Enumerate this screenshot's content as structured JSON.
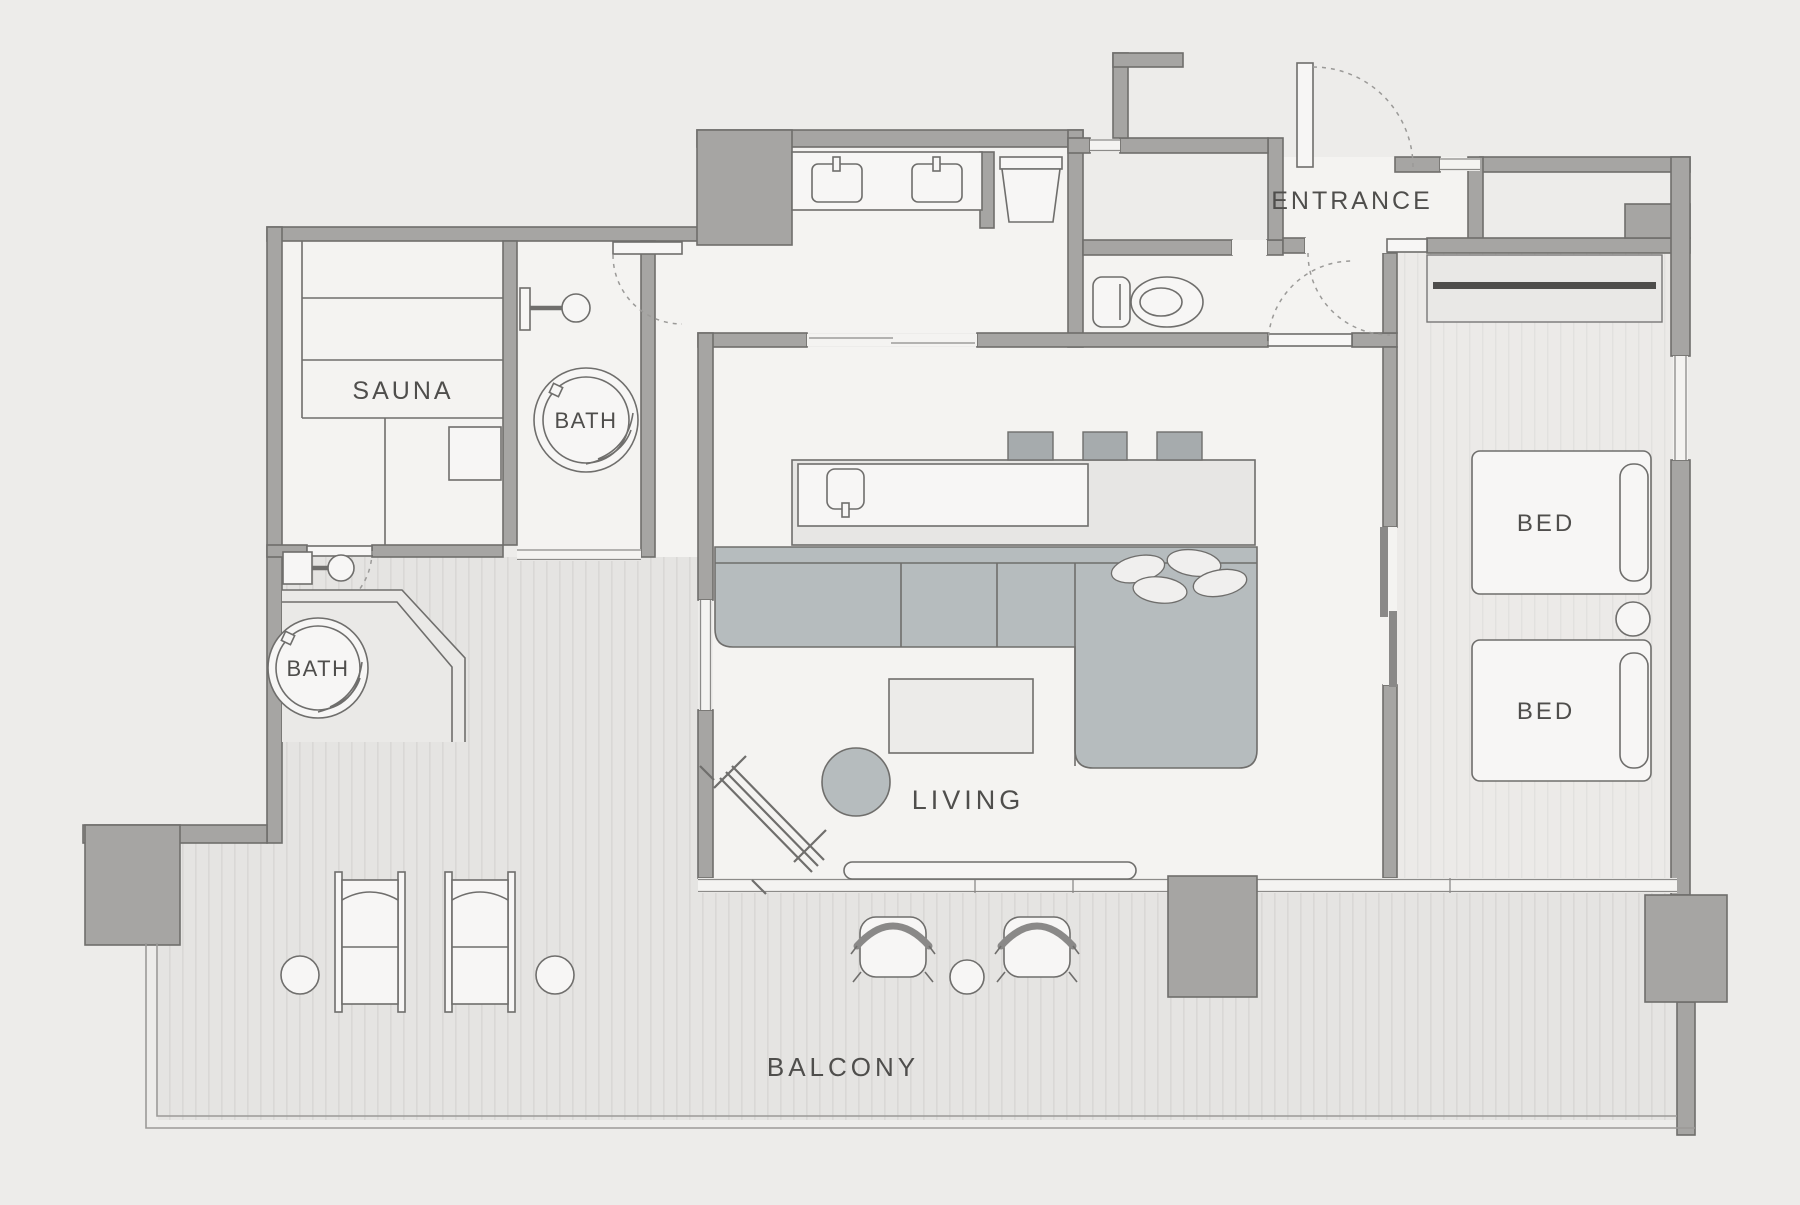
{
  "labels": {
    "sauna": "SAUNA",
    "bath_indoor": "BATH",
    "bath_outdoor": "BATH",
    "entrance": "ENTRANCE",
    "living": "LIVING",
    "bed_top": "BED",
    "bed_bottom": "BED",
    "balcony": "BALCONY"
  },
  "colors": {
    "background": "#edecea",
    "wall_fill": "#a6a5a3",
    "wall_stroke": "#6f6e6c",
    "room_floor": "#f4f3f1",
    "deck_floor": "#e5e4e2",
    "deck_stripe": "#d9d8d6",
    "bedroom_floor": "#eceae8",
    "bedroom_stripe": "#e2e1df",
    "furniture_fill": "#f7f6f5",
    "furniture_stroke": "#6f6e6c",
    "sofa_fill": "#b6bcbe",
    "stool_fill": "#a6abad",
    "label_color": "#4f4e4c",
    "dash_color": "#9b9a98",
    "closet_bar": "#4e4d4b"
  }
}
